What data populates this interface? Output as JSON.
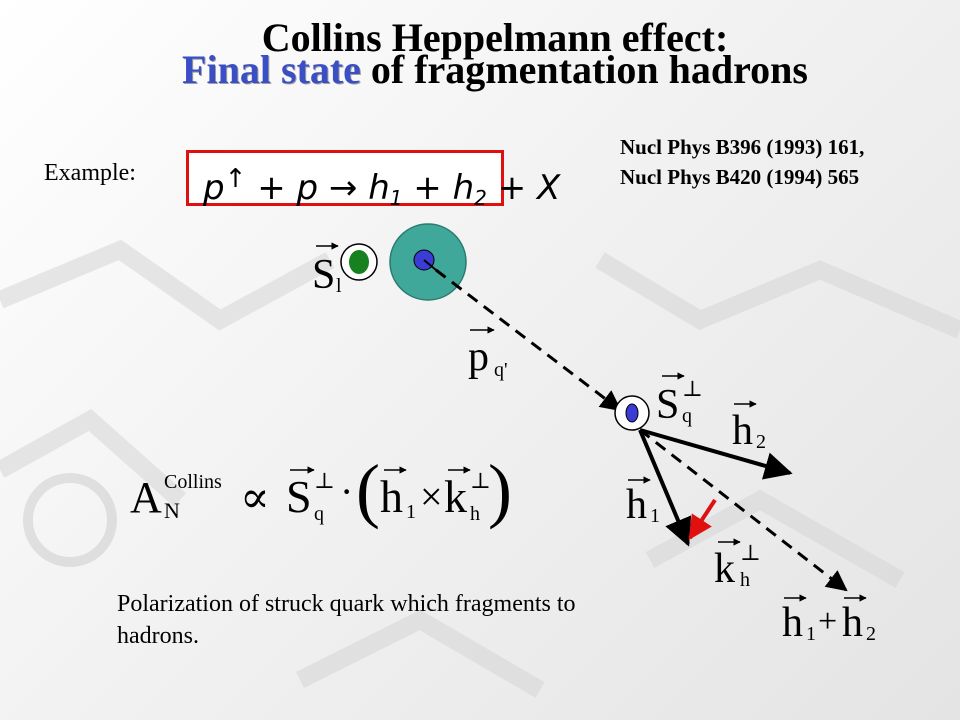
{
  "title": {
    "line1": "Collins Heppelmann effect:",
    "line2_highlight": "Final state",
    "line2_rest": " of fragmentation hadrons"
  },
  "references": [
    "Nucl Phys B396 (1993) 161,",
    "Nucl Phys B420 (1994) 565"
  ],
  "example_label": "Example:",
  "reaction": {
    "p1": "p",
    "up_arrow": "↑",
    "plus1": " + ",
    "p2": "p",
    "arrow": " → ",
    "h1": "h",
    "h1_sub": "1",
    "plus2": " + ",
    "h2": "h",
    "h2_sub": "2",
    "plus3": " + ",
    "x": "X"
  },
  "labels": {
    "s_sym": "S",
    "s_sub": "l",
    "p_sym": "p",
    "p_sub": "q'",
    "sq_sym": "S",
    "sq_sup": "⊥",
    "sq_sub": "q",
    "h2_sym": "h",
    "h2_sub": "2",
    "h1_sym": "h",
    "h1_sub": "1",
    "k_sym": "k",
    "k_sup": "⊥",
    "k_sub": "h",
    "sum_h1": "h",
    "sum_h1_sub": "1",
    "sum_plus": "+",
    "sum_h2": "h",
    "sum_h2_sub": "2"
  },
  "equation": {
    "a": "A",
    "a_sup": "Collins",
    "a_sub": "N",
    "prop": "∝",
    "s": "S",
    "s_sup": "⊥",
    "s_sub": "q",
    "dot": "·",
    "open": "(",
    "h": "h",
    "h_sub": "1",
    "times": "×",
    "k": "k",
    "k_sup": "⊥",
    "k_sub": "h",
    "close": ")"
  },
  "caption": "Polarization of struck quark which fragments to hadrons.",
  "colors": {
    "highlight": "#3a4fc4",
    "box_border": "#e01010",
    "arrow_red": "#e01010",
    "teal": "#3fa89a",
    "green": "#17801f",
    "blue": "#3b3bd6"
  }
}
